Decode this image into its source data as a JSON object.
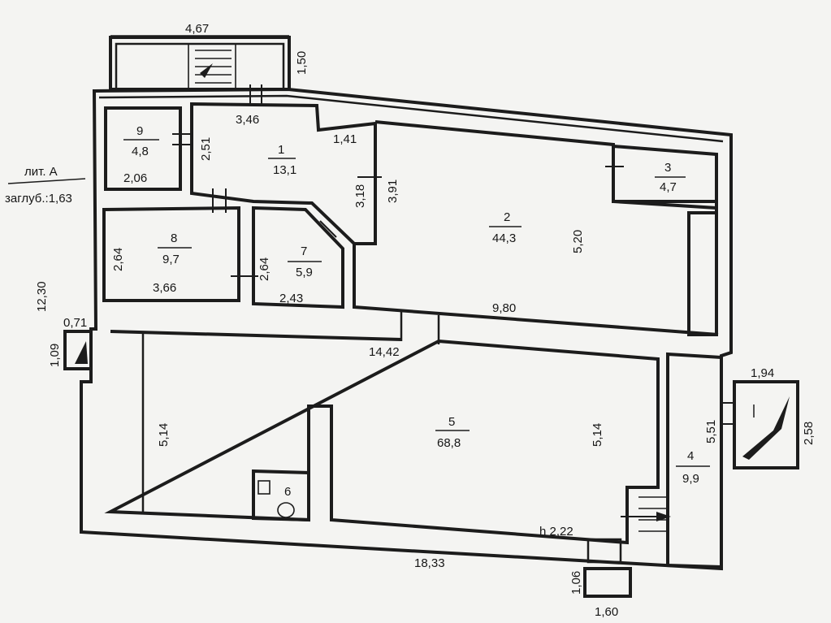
{
  "header": {
    "lit": "лит. А",
    "depth": "заглуб.:1,63"
  },
  "rooms": [
    {
      "number": "1",
      "area": "13,1"
    },
    {
      "number": "2",
      "area": "44,3"
    },
    {
      "number": "3",
      "area": "4,7"
    },
    {
      "number": "4",
      "area": "9,9"
    },
    {
      "number": "5",
      "area": "68,8"
    },
    {
      "number": "6"
    },
    {
      "number": "7",
      "area": "5,9"
    },
    {
      "number": "8",
      "area": "9,7"
    },
    {
      "number": "9",
      "area": "4,8"
    }
  ],
  "dimensions": {
    "top_stair_width": "4,67",
    "top_stair_depth": "1,50",
    "room1_top": "3,46",
    "room1_right_top": "1,41",
    "room1_left": "2,51",
    "room1_right": "3,18",
    "room2_left": "3,91",
    "room2_right": "5,20",
    "room2_bottom": "9,80",
    "room9_bottom": "2,06",
    "room8_left": "2,64",
    "room8_bottom": "3,66",
    "room7_left": "2,64",
    "room7_bottom": "2,43",
    "overall_height": "12,30",
    "left_window_width": "0,71",
    "left_window_height": "1,09",
    "room5_top": "14,42",
    "room5_left": "5,14",
    "room5_right": "5,14",
    "room4_left": "5,51",
    "right_stair_width": "1,94",
    "right_stair_height": "2,58",
    "ceiling_height": "h 2,22",
    "overall_width": "18,33",
    "bottom_entry_depth": "1,06",
    "bottom_entry_width": "1,60"
  }
}
